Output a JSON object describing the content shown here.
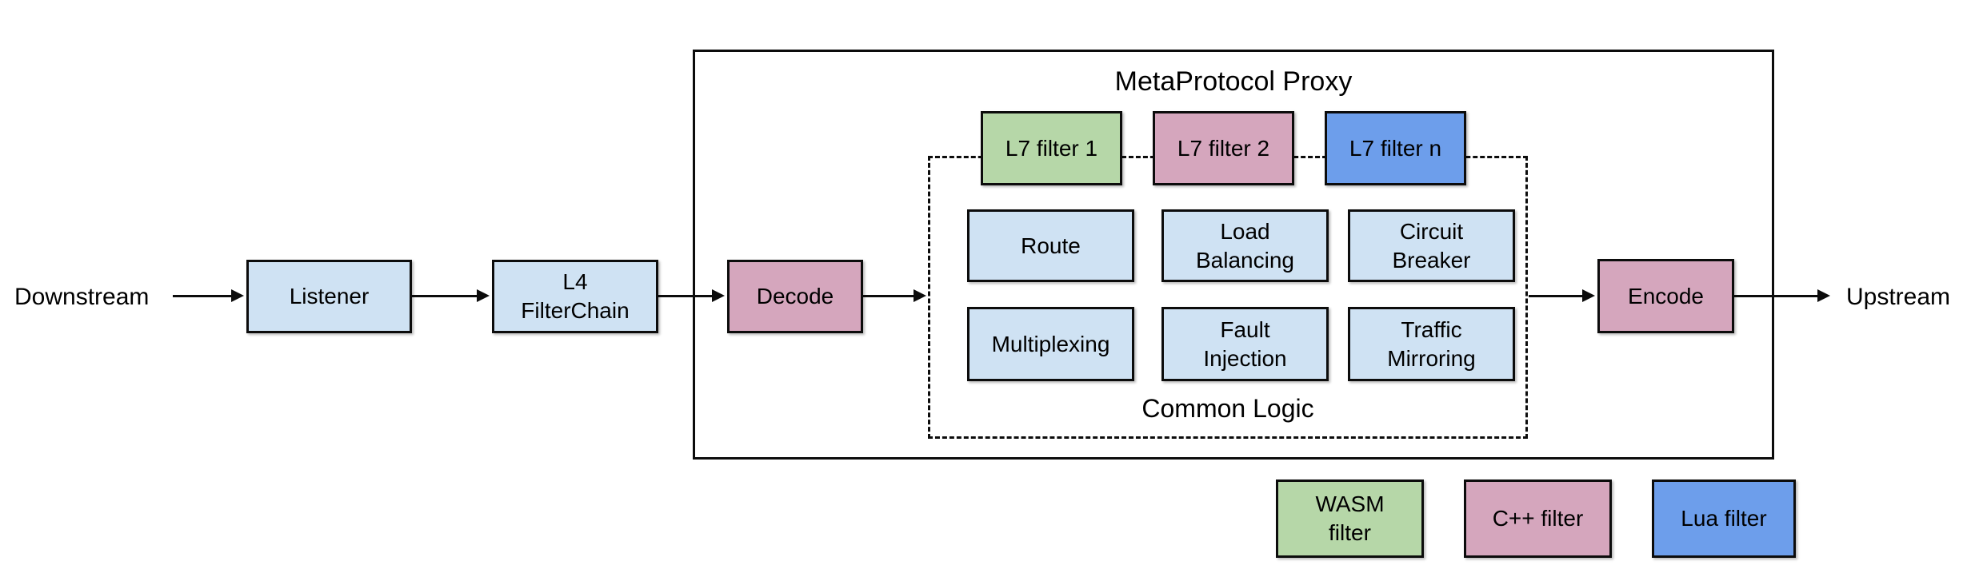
{
  "colors": {
    "light_blue": "#cfe2f3",
    "green": "#b6d7a8",
    "mauve": "#d5a6bd",
    "blue": "#6d9eeb",
    "line": "#0c0c0c"
  },
  "flow": {
    "downstream_label": "Downstream",
    "upstream_label": "Upstream",
    "listener_label": "Listener",
    "l4_filterchain_label": "L4\nFilterChain",
    "decode_label": "Decode",
    "encode_label": "Encode"
  },
  "proxy": {
    "title": "MetaProtocol Proxy",
    "l7_filters": [
      {
        "label": "L7 filter 1",
        "color": "#b6d7a8"
      },
      {
        "label": "L7 filter 2",
        "color": "#d5a6bd"
      },
      {
        "label": "L7 filter n",
        "color": "#6d9eeb"
      }
    ],
    "common_logic": {
      "title": "Common Logic",
      "features": [
        {
          "label": "Route"
        },
        {
          "label": "Load\nBalancing"
        },
        {
          "label": "Circuit\nBreaker"
        },
        {
          "label": "Multiplexing"
        },
        {
          "label": "Fault\nInjection"
        },
        {
          "label": "Traffic\nMirroring"
        }
      ]
    }
  },
  "legend": [
    {
      "label": "WASM\nfilter",
      "color": "#b6d7a8"
    },
    {
      "label": "C++ filter",
      "color": "#d5a6bd"
    },
    {
      "label": "Lua filter",
      "color": "#6d9eeb"
    }
  ]
}
